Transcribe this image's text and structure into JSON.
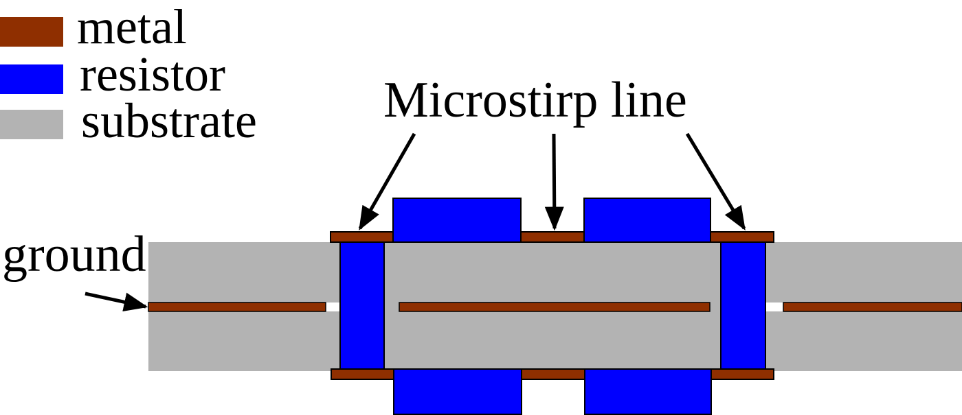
{
  "legend": [
    {
      "label": "metal",
      "color": "#8f2f00"
    },
    {
      "label": "resistor",
      "color": "#0000ff"
    },
    {
      "label": "substrate",
      "color": "#b3b3b3"
    }
  ],
  "labels": {
    "microstrip": "Microstirp line",
    "ground": "ground"
  },
  "colors": {
    "metal": "#8f2f00",
    "resistor": "#0000ff",
    "substrate": "#b3b3b3",
    "outline": "#000000"
  }
}
